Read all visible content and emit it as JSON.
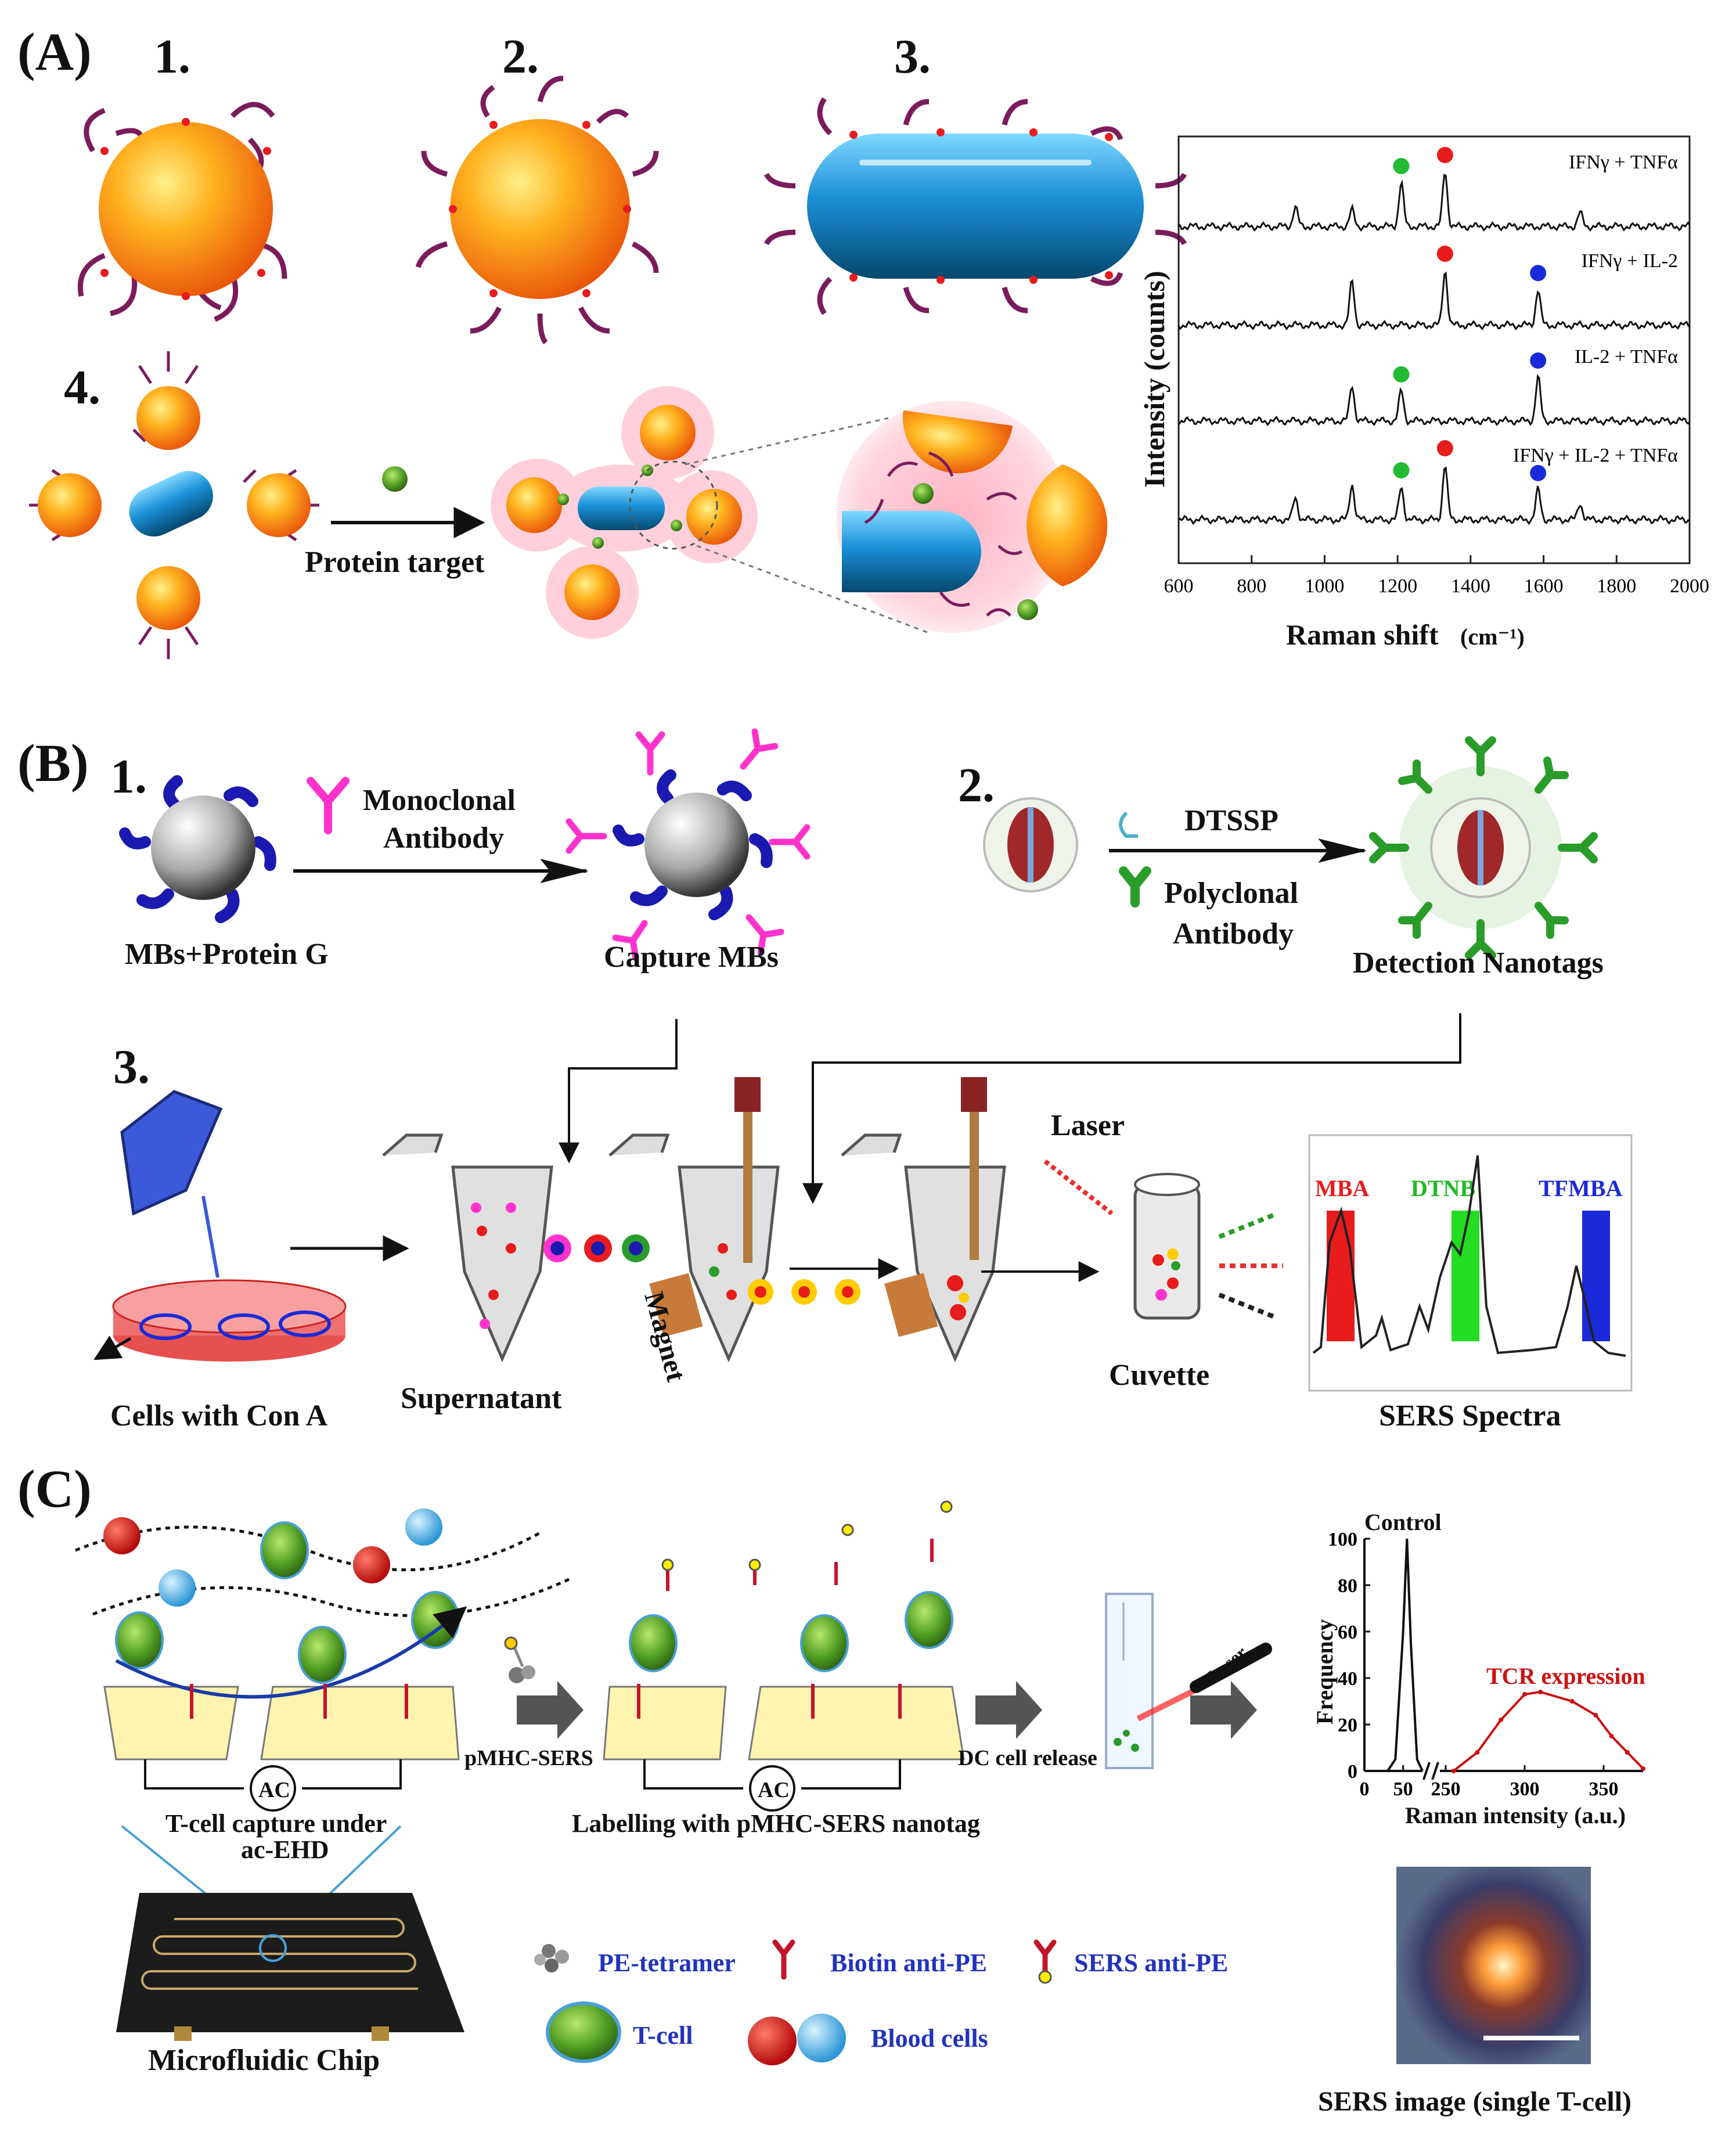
{
  "panelA": {
    "label": "(A)",
    "steps": [
      "1.",
      "2.",
      "3.",
      "4."
    ],
    "arrow_label": "Protein target",
    "chart_data": {
      "type": "line",
      "xlabel": "Raman shift",
      "xlabel_unit": "(cm⁻¹)",
      "ylabel": "Intensity (counts)",
      "xlim": [
        600,
        2000
      ],
      "xticks": [
        "600",
        "800",
        "1000",
        "1200",
        "1400",
        "1600",
        "1800",
        "2000"
      ],
      "series": [
        {
          "name": "IFNγ + TNFα",
          "peaks": [
            [
              920,
              0.35
            ],
            [
              1075,
              0.3
            ],
            [
              1210,
              0.8
            ],
            [
              1330,
              1.0
            ],
            [
              1700,
              0.25
            ]
          ],
          "markers": [
            "green",
            "red"
          ]
        },
        {
          "name": "IFNγ + IL-2",
          "peaks": [
            [
              1075,
              0.8
            ],
            [
              1330,
              1.0
            ],
            [
              1585,
              0.65
            ]
          ],
          "markers": [
            "red",
            "blue"
          ]
        },
        {
          "name": "IL-2 + TNFα",
          "peaks": [
            [
              1075,
              0.65
            ],
            [
              1210,
              0.55
            ],
            [
              1585,
              0.8
            ]
          ],
          "markers": [
            "green",
            "blue"
          ]
        },
        {
          "name": "IFNγ + IL-2 + TNFα",
          "peaks": [
            [
              920,
              0.4
            ],
            [
              1075,
              0.65
            ],
            [
              1210,
              0.6
            ],
            [
              1330,
              1.0
            ],
            [
              1585,
              0.55
            ],
            [
              1700,
              0.3
            ]
          ],
          "markers": [
            "green",
            "red",
            "blue"
          ]
        }
      ]
    }
  },
  "panelB": {
    "label": "(B)",
    "step1": "1.",
    "step2": "2.",
    "step3": "3.",
    "mono_line1": "Monoclonal",
    "mono_line2": "Antibody",
    "mbs_protein_g": "MBs+Protein G",
    "capture_mbs": "Capture MBs",
    "dtssp": "DTSSP",
    "poly_line1": "Polyclonal",
    "poly_line2": "Antibody",
    "detection_nanotags": "Detection Nanotags",
    "laser": "Laser",
    "magnet": "Magnet",
    "cells_con_a": "Cells with Con A",
    "supernatant": "Supernatant",
    "cuvette": "Cuvette",
    "sers_spectra": "SERS Spectra",
    "spectrum_labels": [
      "MBA",
      "DTNB",
      "TFMBA"
    ],
    "colors": {
      "MBA": "#e81c1c",
      "DTNB": "#22dd22",
      "TFMBA": "#1a2ad8"
    }
  },
  "panelC": {
    "label": "(C)",
    "ac": "AC",
    "capture_line1": "T-cell capture under",
    "capture_line2": "ac-EHD",
    "pmhc_sers": "pMHC-SERS",
    "labelling": "Labelling with pMHC-SERS nanotag",
    "dc_release": "DC cell release",
    "laser": "Laser",
    "microfluidic_chip": "Microfluidic Chip",
    "legend": {
      "pe_tetramer": "PE-tetramer",
      "biotin_anti_pe": "Biotin anti-PE",
      "sers_anti_pe": "SERS anti-PE",
      "t_cell": "T-cell",
      "blood_cells": "Blood cells"
    },
    "sers_image_caption": "SERS image (single T-cell)",
    "chart_data": {
      "type": "line",
      "xlabel": "Raman intensity (a.u.)",
      "ylabel": "Frequency",
      "ylim": [
        0,
        100
      ],
      "yticks": [
        "0",
        "20",
        "40",
        "60",
        "80",
        "100"
      ],
      "xticks": [
        "0",
        "50",
        "250",
        "300",
        "350"
      ],
      "series": [
        {
          "name": "Control",
          "color": "#111111",
          "points": [
            [
              30,
              0
            ],
            [
              40,
              5
            ],
            [
              50,
              60
            ],
            [
              55,
              100
            ],
            [
              60,
              55
            ],
            [
              68,
              5
            ],
            [
              75,
              0
            ]
          ]
        },
        {
          "name": "TCR expression",
          "color": "#cc1111",
          "points": [
            [
              255,
              0
            ],
            [
              270,
              8
            ],
            [
              285,
              22
            ],
            [
              300,
              33
            ],
            [
              310,
              34
            ],
            [
              330,
              30
            ],
            [
              345,
              24
            ],
            [
              355,
              15
            ],
            [
              365,
              8
            ],
            [
              375,
              1
            ]
          ]
        }
      ]
    }
  }
}
